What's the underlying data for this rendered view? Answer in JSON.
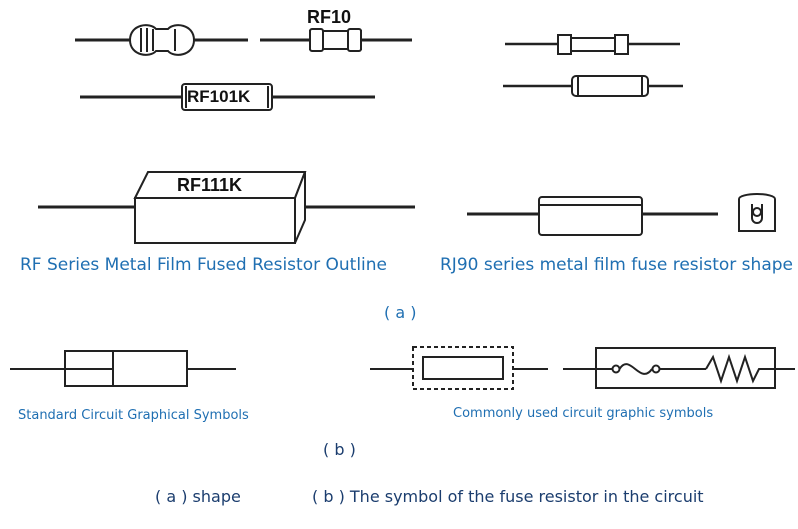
{
  "components": {
    "rf10_label": "RF10",
    "rf101k_label": "RF101K",
    "rf111k_label": "RF111K"
  },
  "captions": {
    "rf_outline": "RF Series Metal Film Fused Resistor Outline",
    "rj90_shape": "RJ90 series metal film fuse resistor shape",
    "part_a": "( a )",
    "standard_symbols": "Standard Circuit Graphical Symbols",
    "common_symbols": "Commonly used circuit graphic symbols",
    "part_b": "( b )",
    "footer_a": "( a ) shape",
    "footer_b": "( b ) The symbol of the fuse resistor in the circuit"
  },
  "colors": {
    "line": "#222222",
    "caption_blue": "#1f6fb2",
    "caption_dark": "#1b3d6e"
  }
}
